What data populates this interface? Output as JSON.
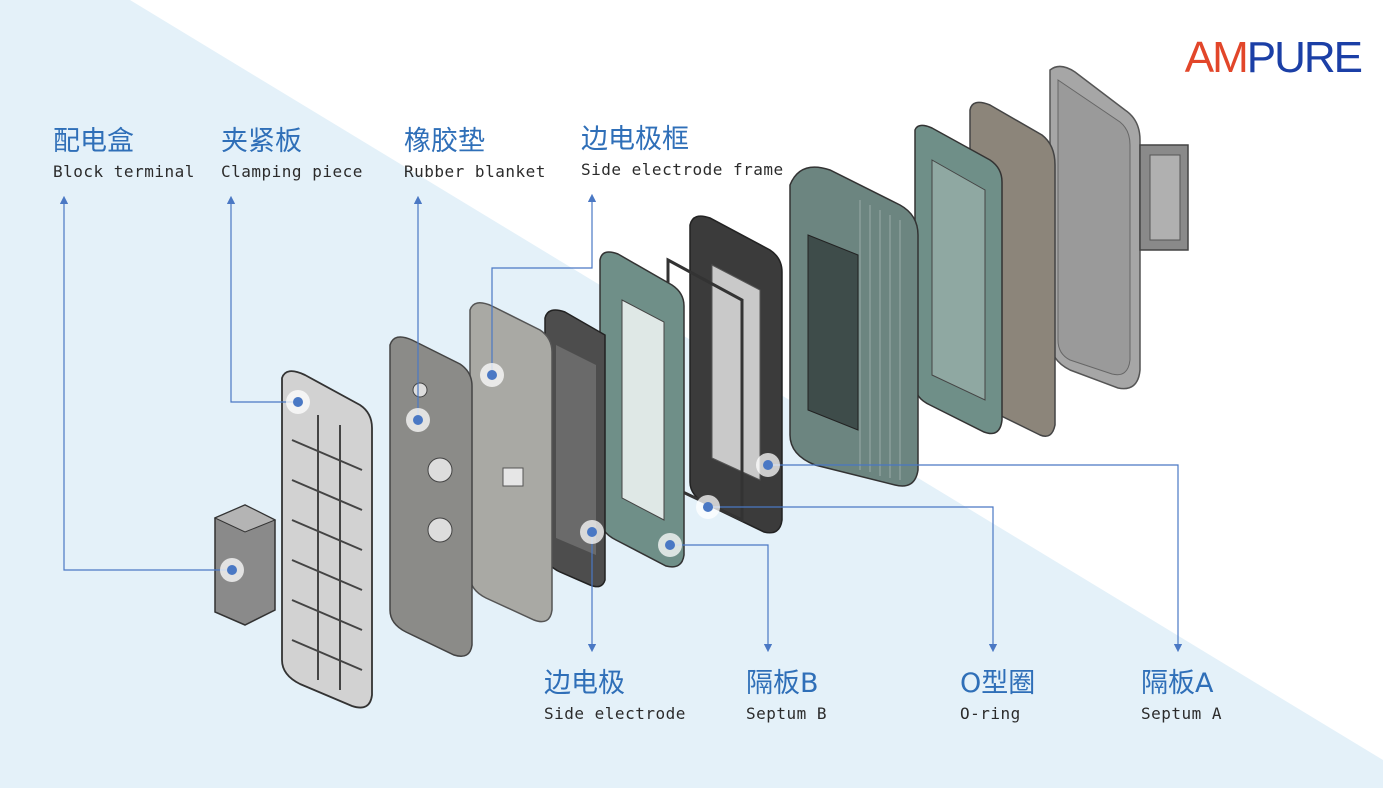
{
  "logo": {
    "part1": "AM",
    "part2": "PURE"
  },
  "labels": {
    "block_terminal": {
      "zh": "配电盒",
      "en": "Block terminal"
    },
    "clamping_piece": {
      "zh": "夹紧板",
      "en": "Clamping piece"
    },
    "rubber_blanket": {
      "zh": "橡胶垫",
      "en": "Rubber blanket"
    },
    "side_electrode_frame": {
      "zh": "边电极框",
      "en": "Side electrode frame"
    },
    "side_electrode": {
      "zh": "边电极",
      "en": "Side electrode"
    },
    "septum_b": {
      "zh": "隔板B",
      "en": "Septum B"
    },
    "o_ring": {
      "zh": "O型圈",
      "en": "O-ring"
    },
    "septum_a": {
      "zh": "隔板A",
      "en": "Septum A"
    }
  },
  "colors": {
    "accent": "#2f6fb8",
    "leader_line": "#4a78c4",
    "background_tint": "#e4f1f9",
    "plate_grey": "#8c8c8c",
    "plate_teal": "#6f8f88",
    "logo_red": "#e2462a",
    "logo_blue": "#1b3fa6"
  }
}
